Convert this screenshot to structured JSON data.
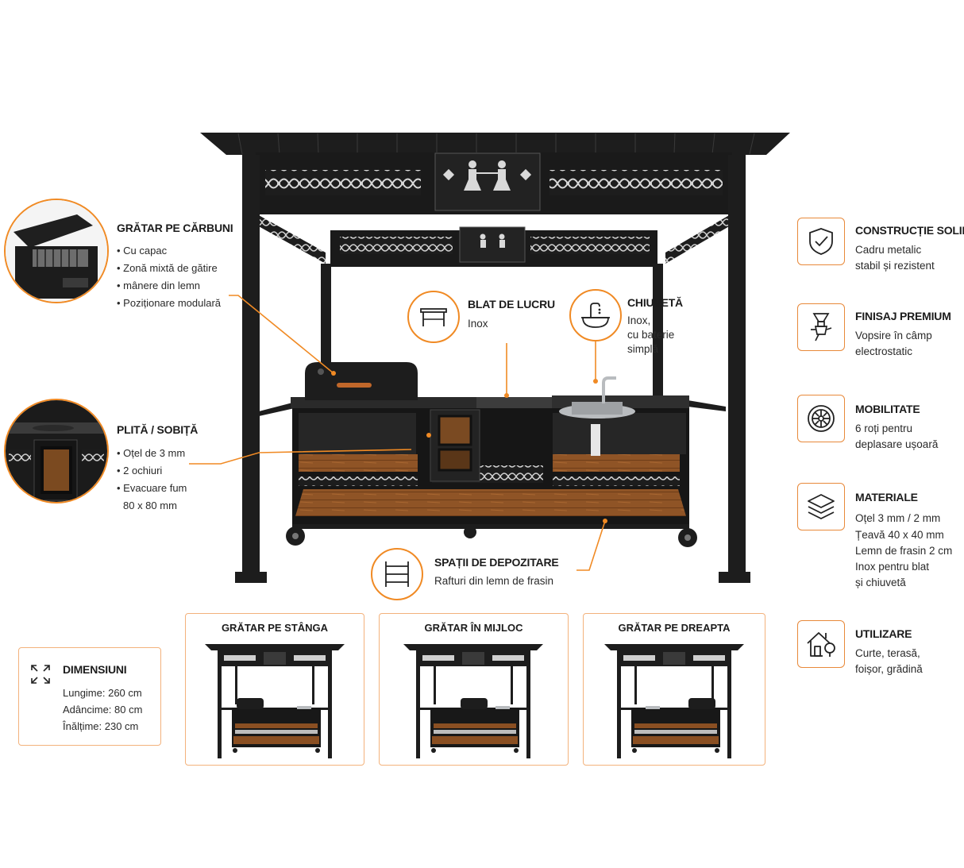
{
  "colors": {
    "accent": "#f08a24",
    "metal": "#1d1d1d",
    "wood": "#8a4f22",
    "steel": "#b9bcbf"
  },
  "features_left": [
    {
      "title": "GRĂTAR PE CĂRBUNI",
      "items": [
        "Cu capac",
        "Zonă mixtă de gătire",
        "mânere din lemn",
        "Poziționare modulară"
      ]
    },
    {
      "title": "PLITĂ / SOBIȚĂ",
      "items": [
        "Oțel de 3 mm",
        "2 ochiuri",
        "Evacuare fum",
        "80 x 80 mm"
      ]
    }
  ],
  "center_labels": {
    "blat": {
      "title": "BLAT DE LUCRU",
      "text": "Inox",
      "icon": "table-icon"
    },
    "chiuveta": {
      "title": "CHIUVETĂ",
      "lines": [
        "Inox,",
        "cu baterie",
        "simplă"
      ],
      "icon": "sink-icon"
    },
    "depozitare": {
      "title": "SPAȚII DE DEPOZITARE",
      "text": "Rafturi din lemn de frasin",
      "icon": "shelf-icon"
    }
  },
  "features_right": [
    {
      "title": "CONSTRUCȚIE SOLIDĂ",
      "lines": [
        "Cadru metalic",
        "stabil și rezistent"
      ],
      "icon": "shield-check-icon"
    },
    {
      "title": "FINISAJ PREMIUM",
      "lines": [
        "Vopsire în câmp",
        "electrostatic"
      ],
      "icon": "spray-gun-icon"
    },
    {
      "title": "MOBILITATE",
      "lines": [
        "6 roți pentru",
        "deplasare ușoară"
      ],
      "icon": "wheel-icon"
    },
    {
      "title": "MATERIALE",
      "lines": [
        "Oțel 3 mm / 2 mm",
        "Țeavă 40 x 40 mm",
        "Lemn de frasin 2 cm",
        "Inox pentru blat",
        "și chiuvetă"
      ],
      "icon": "layers-icon"
    },
    {
      "title": "UTILIZARE",
      "lines": [
        "Curte, terasă,",
        "foișor, grădină"
      ],
      "icon": "house-tree-icon"
    }
  ],
  "dimensions": {
    "title": "DIMENSIUNI",
    "lines": [
      "Lungime: 260 cm",
      "Adâncime: 80 cm",
      "Înălțime: 230 cm"
    ],
    "icon": "expand-icon"
  },
  "variants": [
    {
      "title": "GRĂTAR PE STÂNGA",
      "grill_position": "left"
    },
    {
      "title": "GRĂTAR ÎN MIJLOC",
      "grill_position": "middle"
    },
    {
      "title": "GRĂTAR PE DREAPTA",
      "grill_position": "right"
    }
  ]
}
